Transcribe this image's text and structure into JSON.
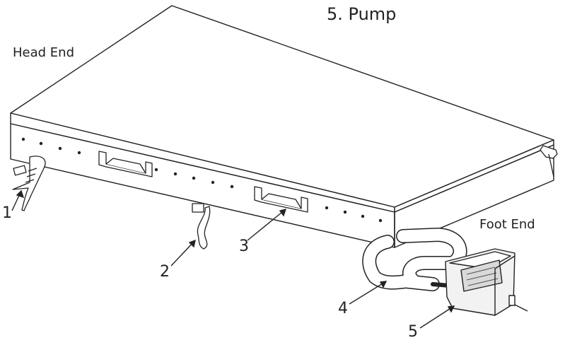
{
  "header": {
    "partial_label": "5.  Pump"
  },
  "labels": {
    "head_end": "Head End",
    "foot_end": "Foot End"
  },
  "callouts": [
    {
      "number": "1",
      "part": "head-end-strap"
    },
    {
      "number": "2",
      "part": "side-strap-connector"
    },
    {
      "number": "3",
      "part": "side-handle"
    },
    {
      "number": "4",
      "part": "air-hose"
    },
    {
      "number": "5",
      "part": "pump"
    }
  ],
  "colors": {
    "line": "#222222",
    "fill": "#ffffff",
    "pump_body": "#f2f2f2",
    "panel": "#d9d9d9"
  }
}
